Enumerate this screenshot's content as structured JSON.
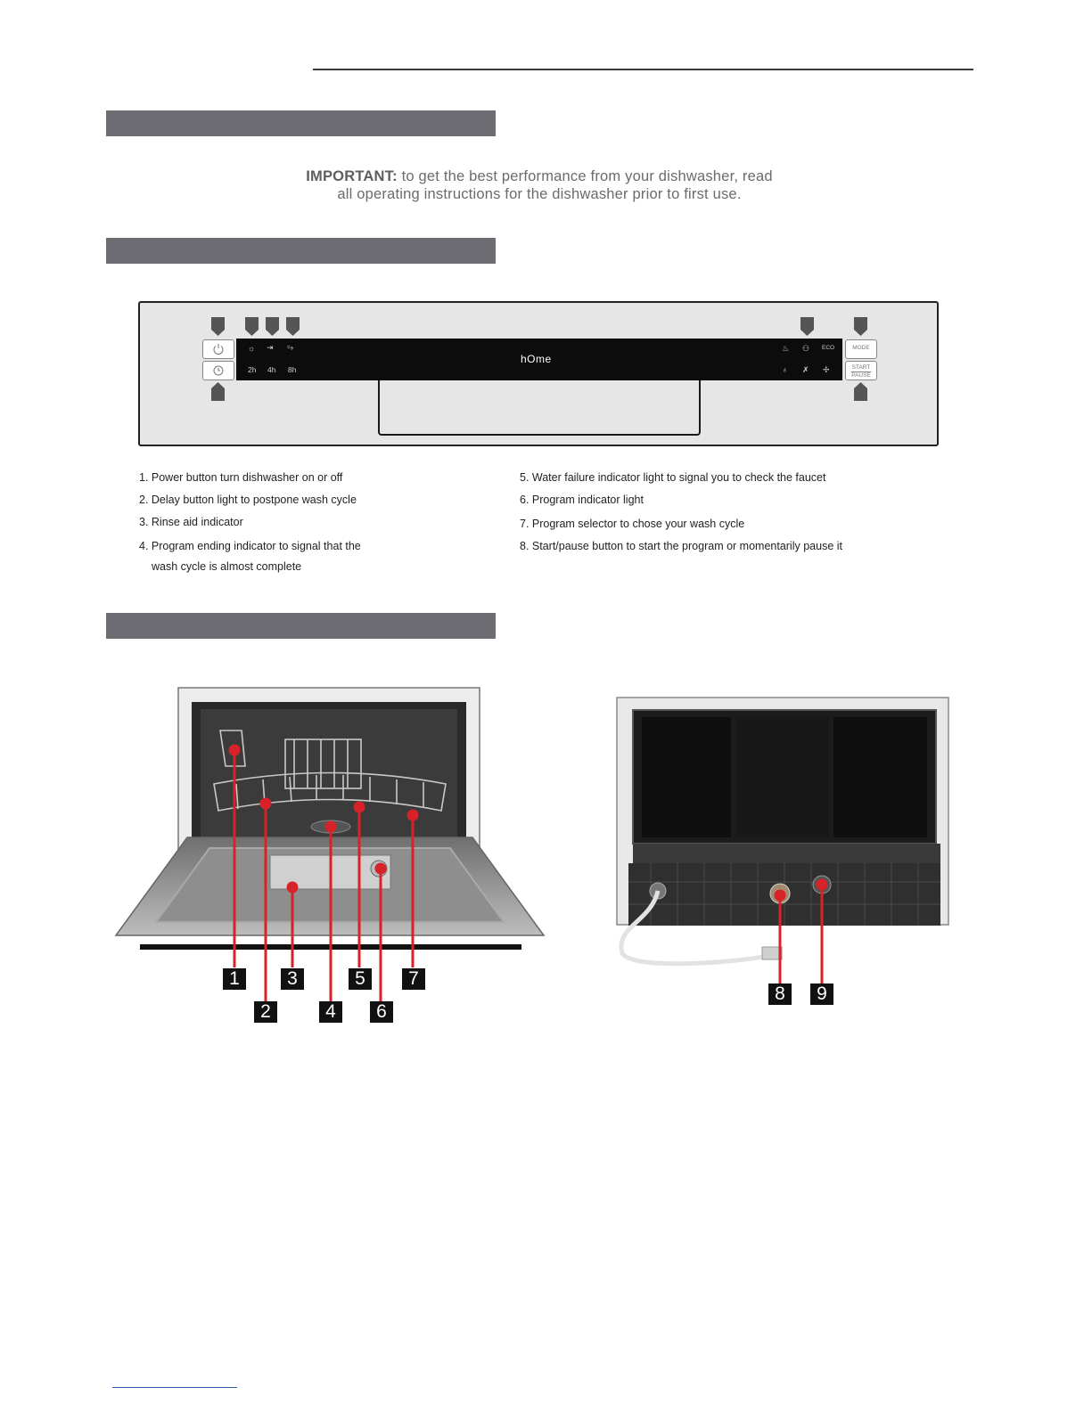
{
  "important": {
    "label": "IMPORTANT:",
    "text_line1": "to get the best performance from your dishwasher, read",
    "text_line2": "all operating instructions for the dishwasher prior to first use."
  },
  "panel": {
    "brand": "hOme",
    "delay_labels": [
      "2h",
      "4h",
      "8h"
    ],
    "mode_label": "MODE",
    "start_label": "START",
    "pause_label": "PAUSE",
    "eco_label": "ECO"
  },
  "legend": {
    "left": [
      "1. Power button turn dishwasher on or off",
      "2. Delay button light to postpone wash cycle",
      "3. Rinse aid indicator",
      "4. Program ending indicator to signal that the",
      "wash cycle is almost complete"
    ],
    "right": [
      "5. Water failure indicator light to signal you to check the faucet",
      "6. Program indicator light",
      "7. Program selector to chose your wash cycle",
      "8. Start/pause button to start the program or momentarily pause it"
    ]
  },
  "figure_front": {
    "labels": [
      "1",
      "2",
      "3",
      "4",
      "5",
      "6",
      "7"
    ]
  },
  "figure_back": {
    "labels": [
      "8",
      "9"
    ]
  },
  "colors": {
    "section_bar": "#6e6c73",
    "callout_red": "#d7222a",
    "label_bg": "#111111"
  }
}
